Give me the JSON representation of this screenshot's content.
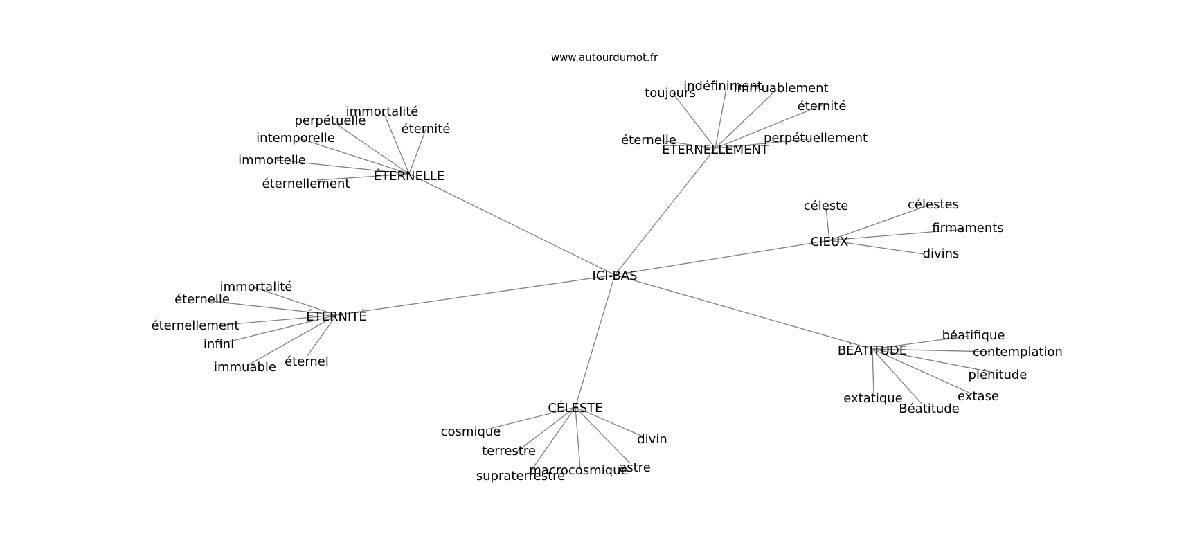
{
  "watermark": "www.autourdumot.fr",
  "center": "ICI-BAS",
  "clusters": [
    {
      "hub": "ÉTERNELLE",
      "leaves": [
        "immortalité",
        "perpétuelle",
        "éternité",
        "intemporelle",
        "immortelle",
        "éternellement"
      ]
    },
    {
      "hub": "ÉTERNELLEMENT",
      "leaves": [
        "toujours",
        "indéfiniment",
        "immuablement",
        "éternité",
        "éternelle",
        "perpétuellement"
      ]
    },
    {
      "hub": "CIEUX",
      "leaves": [
        "céleste",
        "célestes",
        "firmaments",
        "divins"
      ]
    },
    {
      "hub": "ÉTERNITÉ",
      "leaves": [
        "immortalité",
        "éternelle",
        "éternellement",
        "infini",
        "immuable",
        "éternel"
      ]
    },
    {
      "hub": "BÉATITUDE",
      "leaves": [
        "béatifique",
        "contemplation",
        "plénitude",
        "extase",
        "extatique",
        "Béatitude"
      ]
    },
    {
      "hub": "CÉLESTE",
      "leaves": [
        "cosmique",
        "divin",
        "terrestre",
        "astre",
        "macrocosmique",
        "supraterrestre"
      ]
    }
  ]
}
